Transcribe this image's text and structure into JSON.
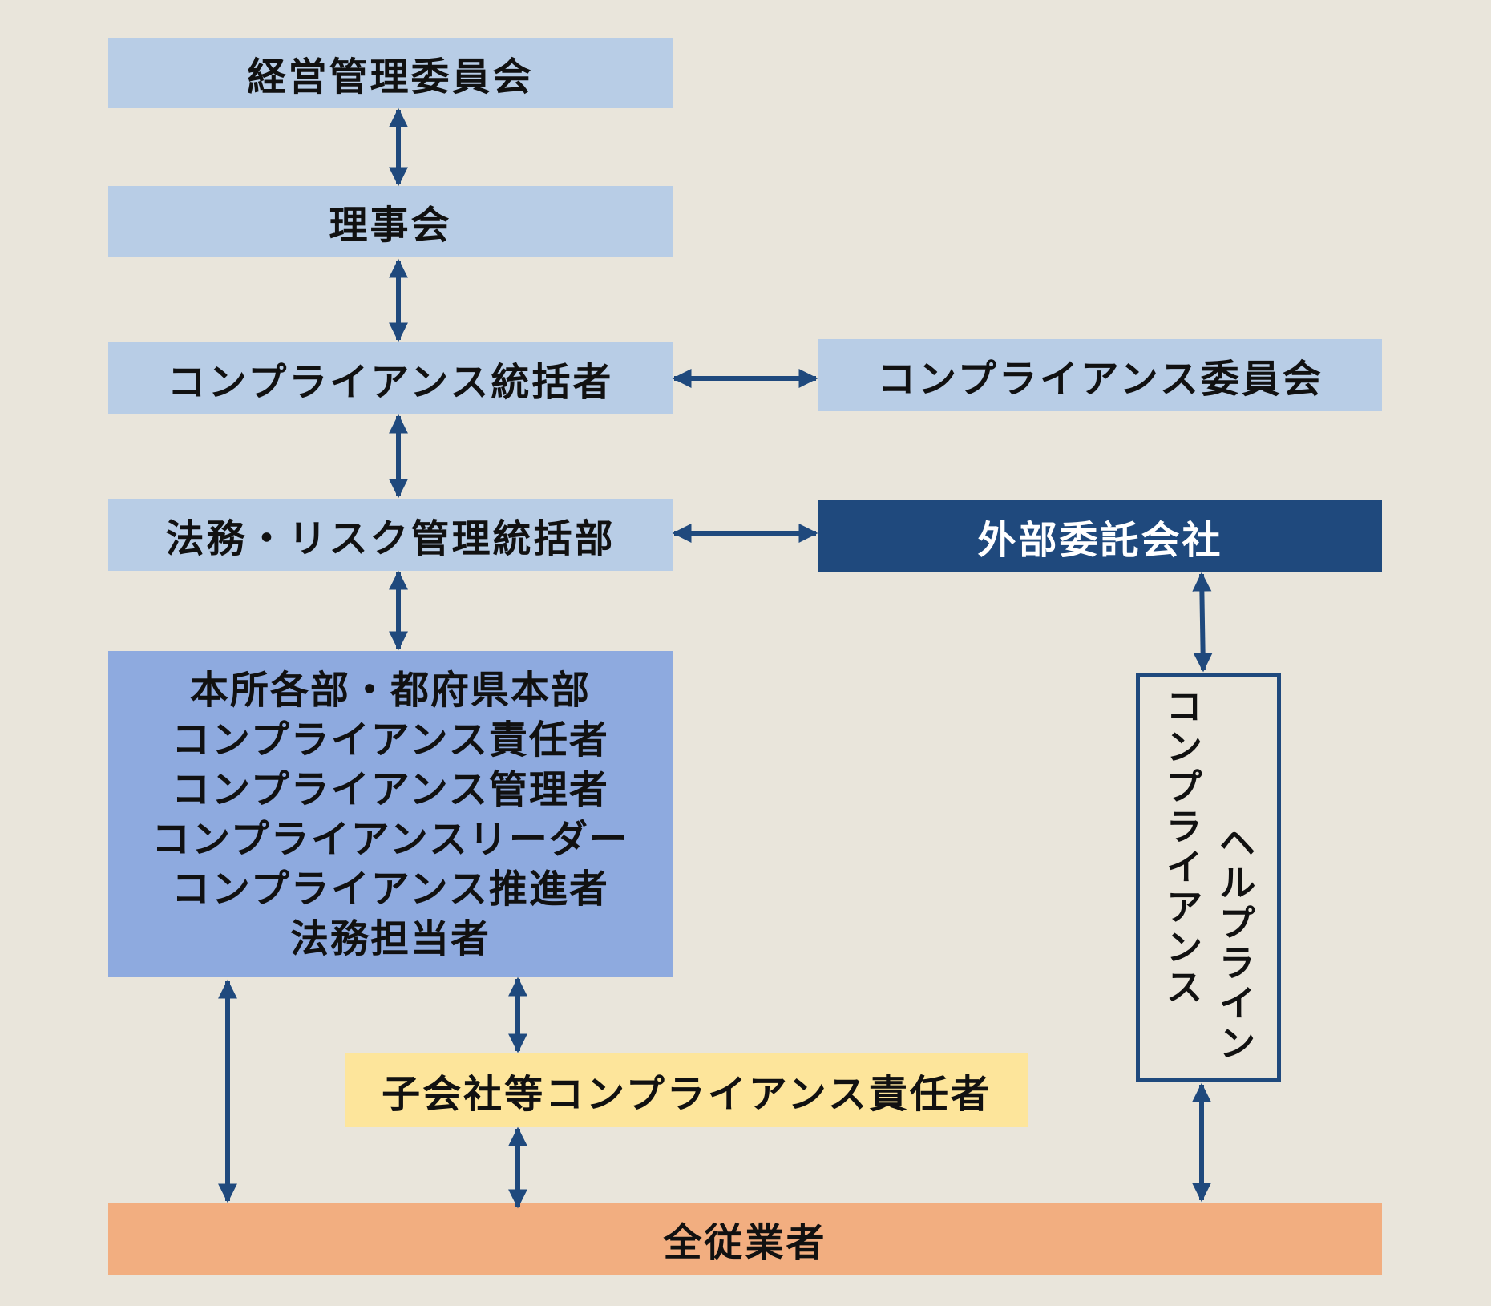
{
  "nodes": {
    "management_committee": "経営管理委員会",
    "board": "理事会",
    "compliance_supervisor": "コンプライアンス統括者",
    "compliance_committee": "コンプライアンス委員会",
    "legal_risk_dept": "法務・リスク管理統括部",
    "external_company": "外部委託会社",
    "headquarters": {
      "lines": [
        "本所各部・都府県本部",
        "コンプライアンス責任者",
        "コンプライアンス管理者",
        "コンプライアンスリーダー",
        "コンプライアンス推進者",
        "法務担当者"
      ]
    },
    "helpline": {
      "line1": "コンプライアンス",
      "line2": "ヘルプライン"
    },
    "subsidiary_officer": "子会社等コンプライアンス責任者",
    "all_employees": "全従業者"
  },
  "colors": {
    "background": "#e9e5db",
    "light_blue": "#b8cde6",
    "mid_blue": "#8eaadf",
    "navy": "#1f497d",
    "yellow": "#fde59b",
    "orange": "#f2ae80",
    "arrow": "#1f497d"
  }
}
